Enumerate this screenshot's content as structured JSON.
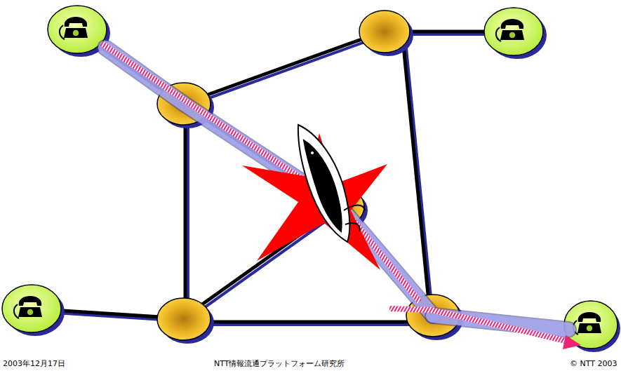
{
  "diagram": {
    "labels": [
      "2003年12月17日",
      "NTT情報流通プラットフォーム研究所",
      "© NTT 2003"
    ]
  }
}
